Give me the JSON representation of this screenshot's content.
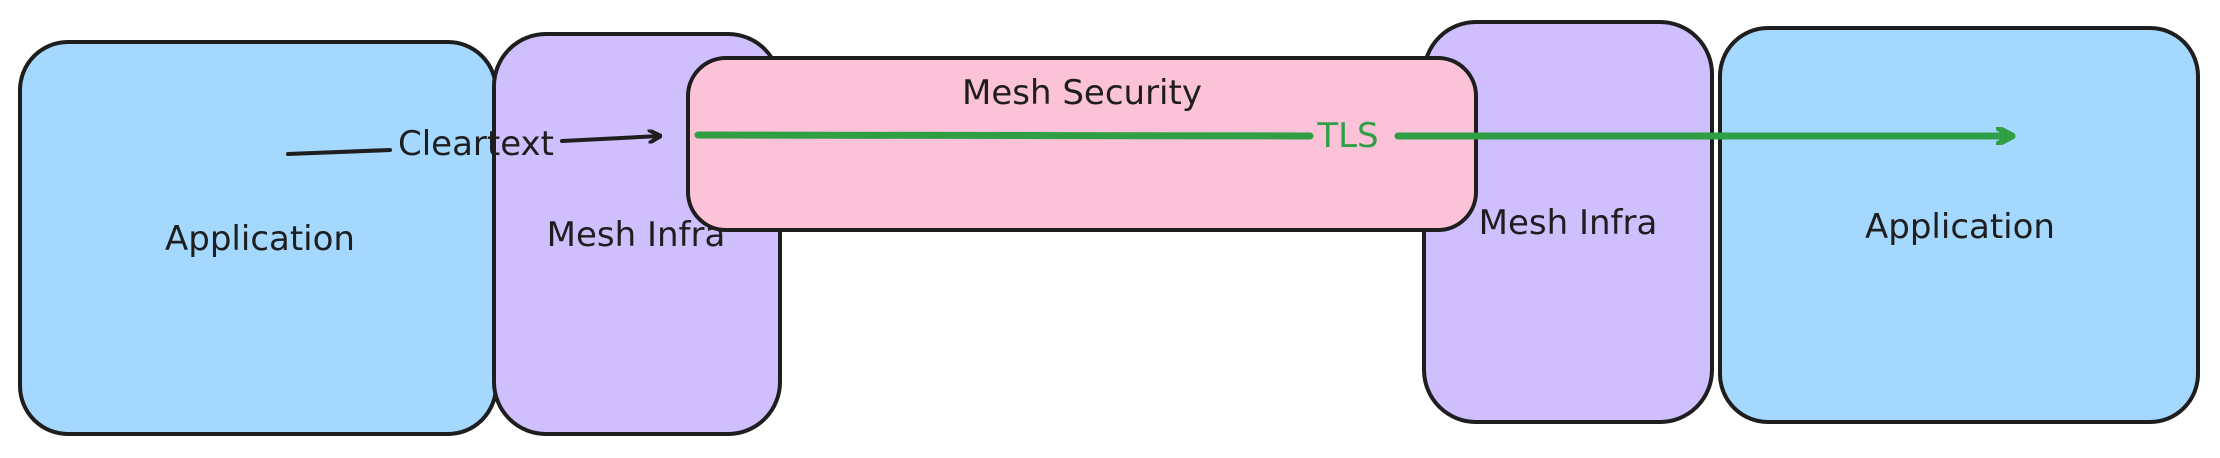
{
  "colors": {
    "application": "#a5d8ff",
    "mesh_infra": "#d0bfff",
    "mesh_security": "#fcc2d7",
    "tls_line": "#2f9e44",
    "stroke": "#1e1e1e"
  },
  "nodes": {
    "app_left": "Application",
    "infra_left": "Mesh Infra",
    "security": "Mesh Security",
    "infra_right": "Mesh Infra",
    "app_right": "Application"
  },
  "edges": {
    "cleartext": "Cleartext",
    "tls": "TLS"
  }
}
